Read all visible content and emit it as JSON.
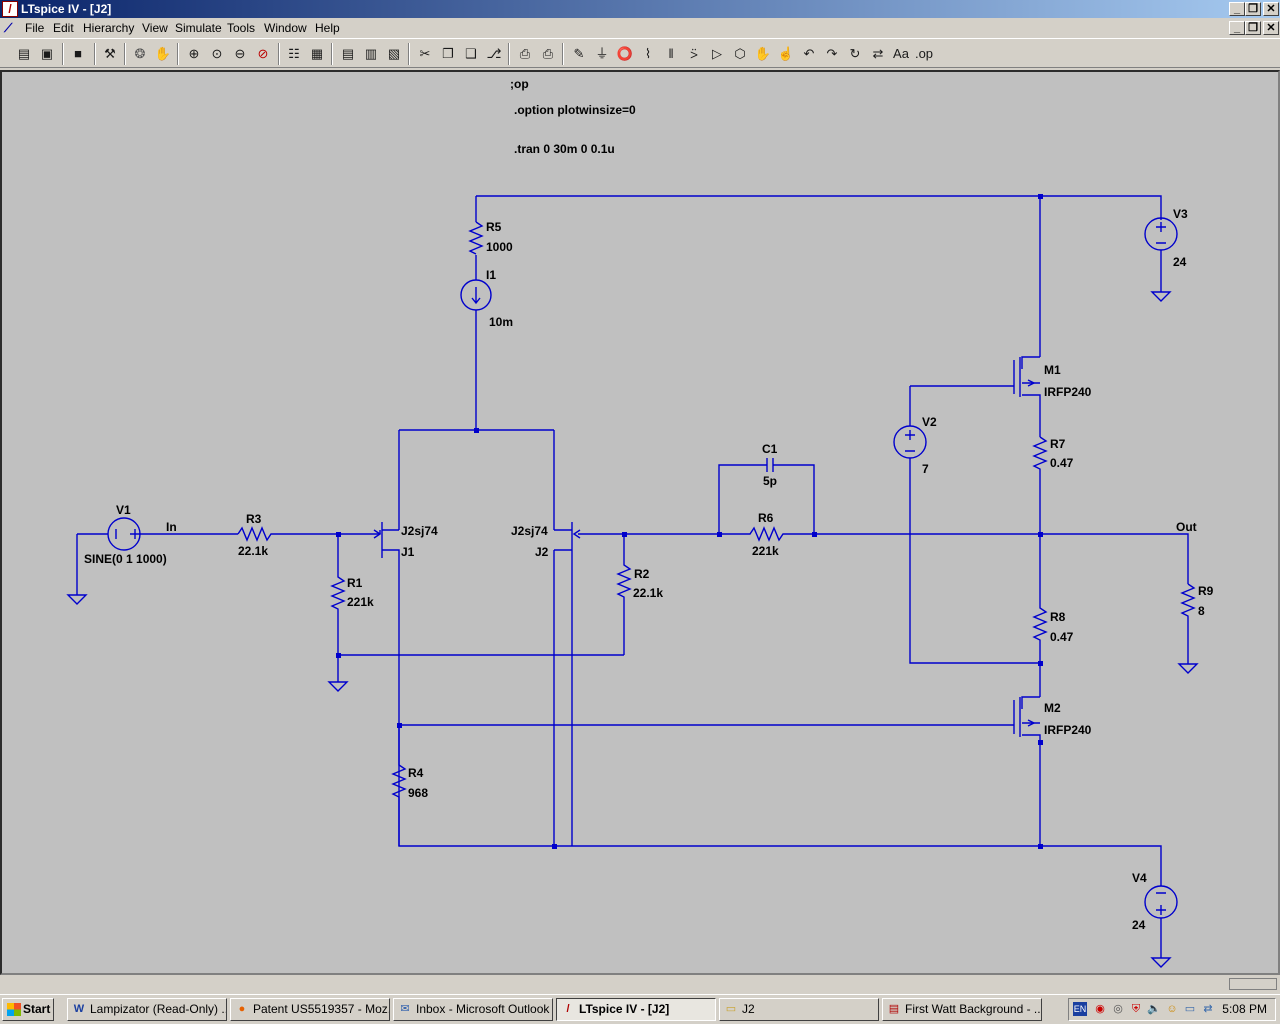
{
  "window": {
    "title": "LTspice IV - [J2]",
    "app_icon_glyph": "/",
    "caption_buttons": [
      "_",
      "❒",
      "✕"
    ],
    "mdi_buttons": [
      "_",
      "❒",
      "✕"
    ]
  },
  "menu": [
    "File",
    "Edit",
    "Hierarchy",
    "View",
    "Simulate",
    "Tools",
    "Window",
    "Help"
  ],
  "toolbar": {
    "icons": [
      "new-schematic-icon",
      "open-icon",
      "save-icon",
      "control-panel-icon",
      "run-icon",
      "halt-icon",
      "zoom-in-icon",
      "zoom-pan-icon",
      "zoom-out-icon",
      "zoom-fit-icon",
      "autorange-icon",
      "grid-icon",
      "tile-horizontal-icon",
      "cascade-icon",
      "tile-vertical-icon",
      "cut-icon",
      "copy-icon",
      "paste-icon",
      "find-icon",
      "print-setup-icon",
      "print-icon",
      "draw-wire-icon",
      "ground-icon",
      "label-net-icon",
      "resistor-icon",
      "capacitor-icon",
      "inductor-icon",
      "diode-icon",
      "component-icon",
      "move-icon",
      "drag-icon",
      "undo-icon",
      "redo-icon",
      "rotate-icon",
      "mirror-icon",
      "text-icon",
      "spice-directive-icon"
    ],
    "glyphs": [
      "▤",
      "▣",
      "■",
      "⚒",
      "❂",
      "✋",
      "⊕",
      "⊙",
      "⊖",
      "⊘",
      "☷",
      "▦",
      "▤",
      "▥",
      "▧",
      "✂",
      "❐",
      "❑",
      "⎇",
      "⎙",
      "⎙",
      "✎",
      "⏚",
      "⭕",
      "⌇",
      "‖",
      "⍩",
      "▷",
      "⬡",
      "✋",
      "☝",
      "↶",
      "↷",
      "↻",
      "⇄",
      "Aa",
      ".op"
    ]
  },
  "directives": [
    ";op",
    ".option plotwinsize=0",
    ".tran 0 30m 0 0.1u"
  ],
  "components": {
    "R5": {
      "name": "R5",
      "value": "1000"
    },
    "I1": {
      "name": "I1",
      "value": "10m"
    },
    "V3": {
      "name": "V3",
      "value": "24"
    },
    "M1": {
      "name": "M1",
      "value": "IRFP240"
    },
    "V2": {
      "name": "V2",
      "value": "7"
    },
    "R7": {
      "name": "R7",
      "value": "0.47"
    },
    "C1": {
      "name": "C1",
      "value": "5p"
    },
    "R6": {
      "name": "R6",
      "value": "221k"
    },
    "V1": {
      "name": "V1",
      "value": "SINE(0 1 1000)"
    },
    "R3": {
      "name": "R3",
      "value": "22.1k"
    },
    "J1": {
      "name": "J1",
      "value": "J2sj74"
    },
    "J2": {
      "name": "J2",
      "value": "J2sj74"
    },
    "R1": {
      "name": "R1",
      "value": "221k"
    },
    "R2": {
      "name": "R2",
      "value": "22.1k"
    },
    "R8": {
      "name": "R8",
      "value": "0.47"
    },
    "M2": {
      "name": "M2",
      "value": "IRFP240"
    },
    "R4": {
      "name": "R4",
      "value": "968"
    },
    "R9": {
      "name": "R9",
      "value": "8"
    },
    "V4": {
      "name": "V4",
      "value": "24"
    }
  },
  "net_labels": {
    "in": "In",
    "out": "Out"
  },
  "taskbar": {
    "start_label": "Start",
    "tasks": [
      {
        "label": "Lampizator (Read-Only) ...",
        "icon": "word-icon",
        "glyph": "W"
      },
      {
        "label": "Patent US5519357 - Moz...",
        "icon": "firefox-icon",
        "glyph": "●"
      },
      {
        "label": "Inbox - Microsoft Outlook",
        "icon": "outlook-icon",
        "glyph": "✉"
      },
      {
        "label": "LTspice IV - [J2]",
        "icon": "ltspice-icon",
        "glyph": "/"
      },
      {
        "label": "J2",
        "icon": "folder-icon",
        "glyph": "▭"
      },
      {
        "label": "First Watt Background - ...",
        "icon": "pdf-icon",
        "glyph": "▤"
      }
    ],
    "tray": {
      "lang": "EN",
      "clock": "5:08 PM"
    }
  },
  "colors": {
    "wire": "#0000cc",
    "canvas": "#c0c0c0",
    "text": "#000000"
  }
}
